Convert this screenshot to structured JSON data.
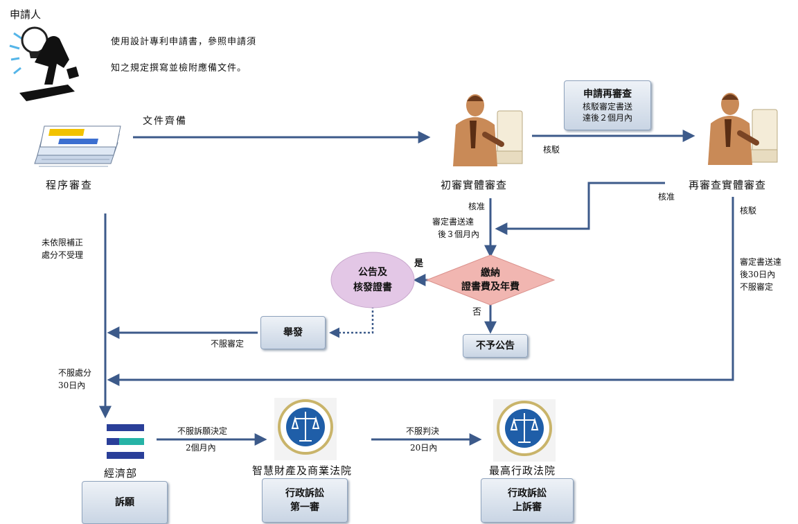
{
  "applicant": {
    "title": "申請人",
    "instructions": [
      "使用設計專利申請書，參照申請須",
      "知之規定撰寫並檢附應備文件。"
    ]
  },
  "nodes": {
    "procedure_review": "程序審查",
    "initial_exam": "初審實體審查",
    "re_exam": "再審查實體審查",
    "announce": [
      "公告及",
      "核發證書"
    ],
    "pay_fee": [
      "繳納",
      "證書費及年費"
    ],
    "no_announce": "不予公告",
    "invalidation": "舉發",
    "moea": "經濟部",
    "appeal": "訴願",
    "ip_court": "智慧財產及商業法院",
    "ip_court_box": [
      "行政訴訟",
      "第一審"
    ],
    "supreme_court": "最高行政法院",
    "supreme_box": [
      "行政訴訟",
      "上訴審"
    ],
    "re_exam_request": [
      "申請再審查",
      "核駁審定書送",
      "達後２個月內"
    ]
  },
  "edge_labels": {
    "docs_ready": "文件齊備",
    "reject_1": "核駁",
    "approve_1": "核准",
    "approve_2": "核准",
    "reject_2": "核駁",
    "decision_3m": [
      "審定書送達",
      "後３個月內"
    ],
    "decision_30d": [
      "審定書送達",
      "後30日內",
      "不服審定"
    ],
    "yes": "是",
    "no": "否",
    "not_corrected": [
      "未依限補正",
      "處分不受理"
    ],
    "disagree_decision": "不服審定",
    "disagree_30d": [
      "不服處分",
      "30日內"
    ],
    "appeal_decision": [
      "不服訴願決定",
      "2個月內"
    ],
    "judgment": [
      "不服判決",
      "20日內"
    ]
  },
  "colors": {
    "arrow": "#3c5a8a",
    "box_top": "#eef2f7",
    "box_bottom": "#c9d5e4",
    "announce_fill": "#e3c7e6",
    "diamond_fill": "#f1b6b1",
    "court_blue": "#1f5ea8",
    "court_gold": "#c9b46a"
  },
  "icons": [
    "idea-person-icon",
    "documents-icon",
    "examiner-icon",
    "moea-logo-icon",
    "court-seal-icon"
  ]
}
